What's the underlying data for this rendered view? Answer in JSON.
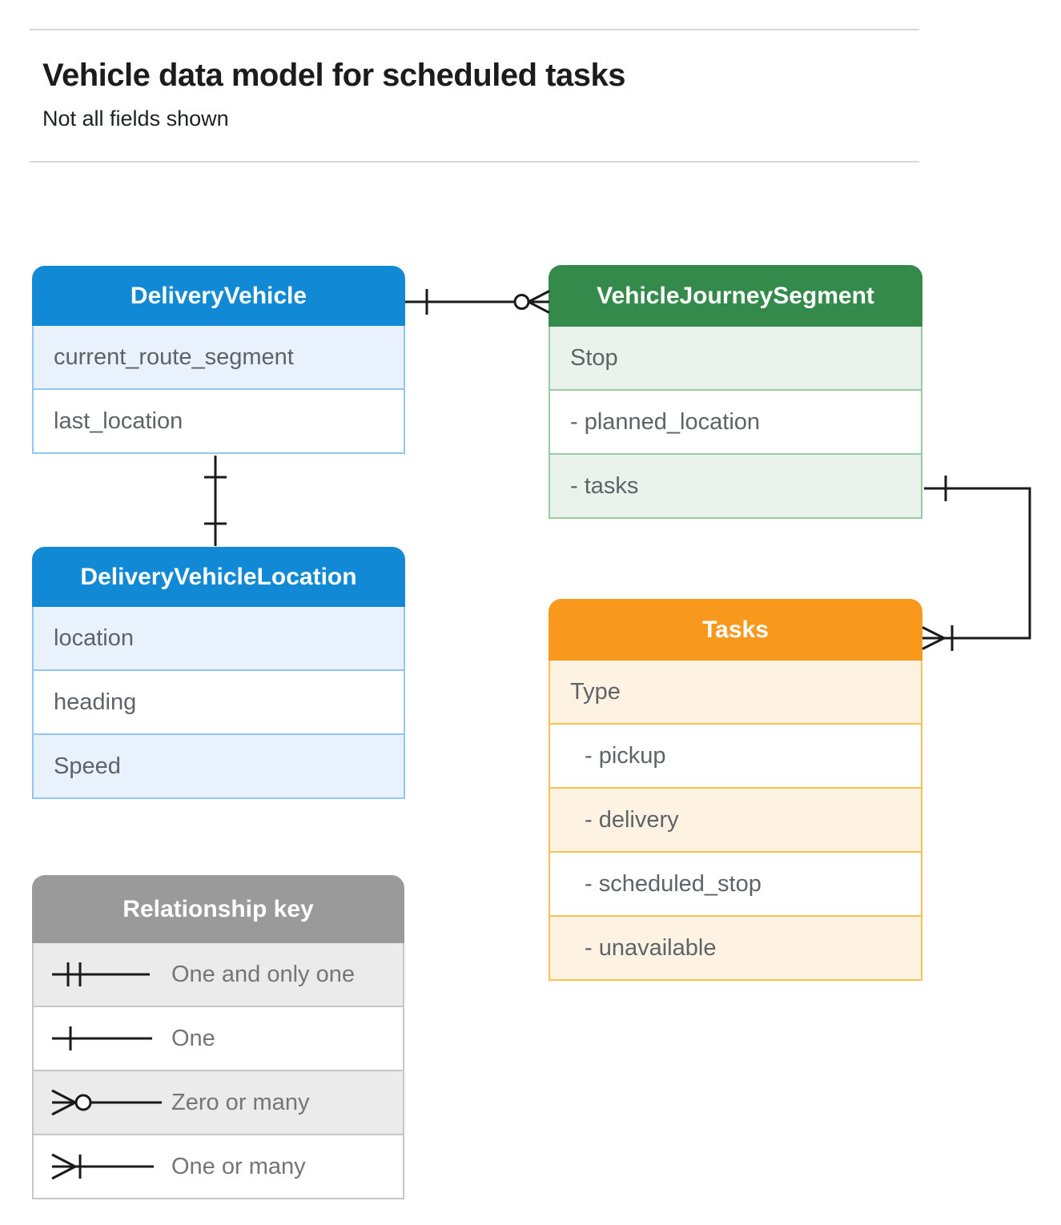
{
  "page": {
    "title": "Vehicle data model for scheduled tasks",
    "subtitle": "Not all fields shown"
  },
  "entities": [
    {
      "name": "DeliveryVehicle",
      "title": "DeliveryVehicle",
      "header_color": "#1289d4",
      "row_shade_color": "#e8f1fc",
      "border_color": "#92c6f2",
      "rows": [
        {
          "label": "current_route_segment"
        },
        {
          "label": "last_location"
        }
      ]
    },
    {
      "name": "VehicleJourneySegment",
      "title": "VehicleJourneySegment",
      "header_color": "#338a4b",
      "row_shade_color": "#e9f3ec",
      "border_color": "#96cba4",
      "rows": [
        {
          "label": "Stop"
        },
        {
          "label": "- planned_location"
        },
        {
          "label": "- tasks"
        }
      ]
    },
    {
      "name": "DeliveryVehicleLocation",
      "title": "DeliveryVehicleLocation",
      "header_color": "#1289d4",
      "row_shade_color": "#e8f1fc",
      "border_color": "#92c6f2",
      "rows": [
        {
          "label": "location"
        },
        {
          "label": "heading"
        },
        {
          "label": "Speed"
        }
      ]
    },
    {
      "name": "Tasks",
      "title": "Tasks",
      "header_color": "#f8981d",
      "row_shade_color": "#fef3e3",
      "border_color": "#fbc04d",
      "rows": [
        {
          "label": "Type"
        },
        {
          "label": "- pickup"
        },
        {
          "label": "- delivery"
        },
        {
          "label": "- scheduled_stop"
        },
        {
          "label": "- unavailable"
        }
      ]
    }
  ],
  "legend": {
    "title": "Relationship key",
    "header_color": "#9a9a9a",
    "items": [
      {
        "symbol": "one-and-only-one",
        "label": "One and only one"
      },
      {
        "symbol": "one",
        "label": "One"
      },
      {
        "symbol": "zero-or-many",
        "label": "Zero or many"
      },
      {
        "symbol": "one-or-many",
        "label": "One or many"
      }
    ]
  },
  "connectors": [
    {
      "from": "DeliveryVehicle",
      "to": "VehicleJourneySegment",
      "from_end": "one",
      "to_end": "zero-or-many"
    },
    {
      "from": "DeliveryVehicle",
      "to": "DeliveryVehicleLocation",
      "from_end": "one",
      "to_end": "one"
    },
    {
      "from": "VehicleJourneySegment.tasks",
      "to": "Tasks",
      "from_end": "one",
      "to_end": "one-or-many"
    }
  ],
  "colors": {
    "blue_header": "#1289d4",
    "blue_row": "#e8f1fc",
    "blue_border": "#92c6f2",
    "green_header": "#338a4b",
    "green_row": "#e9f3ec",
    "green_border": "#96cba4",
    "orange_header": "#f8981d",
    "orange_row": "#fef3e3",
    "orange_border": "#fbc04d",
    "gray_header": "#9a9a9a",
    "gray_row": "#ebebeb",
    "line_color": "#1a1a1a",
    "row_text": "#5f6368"
  }
}
